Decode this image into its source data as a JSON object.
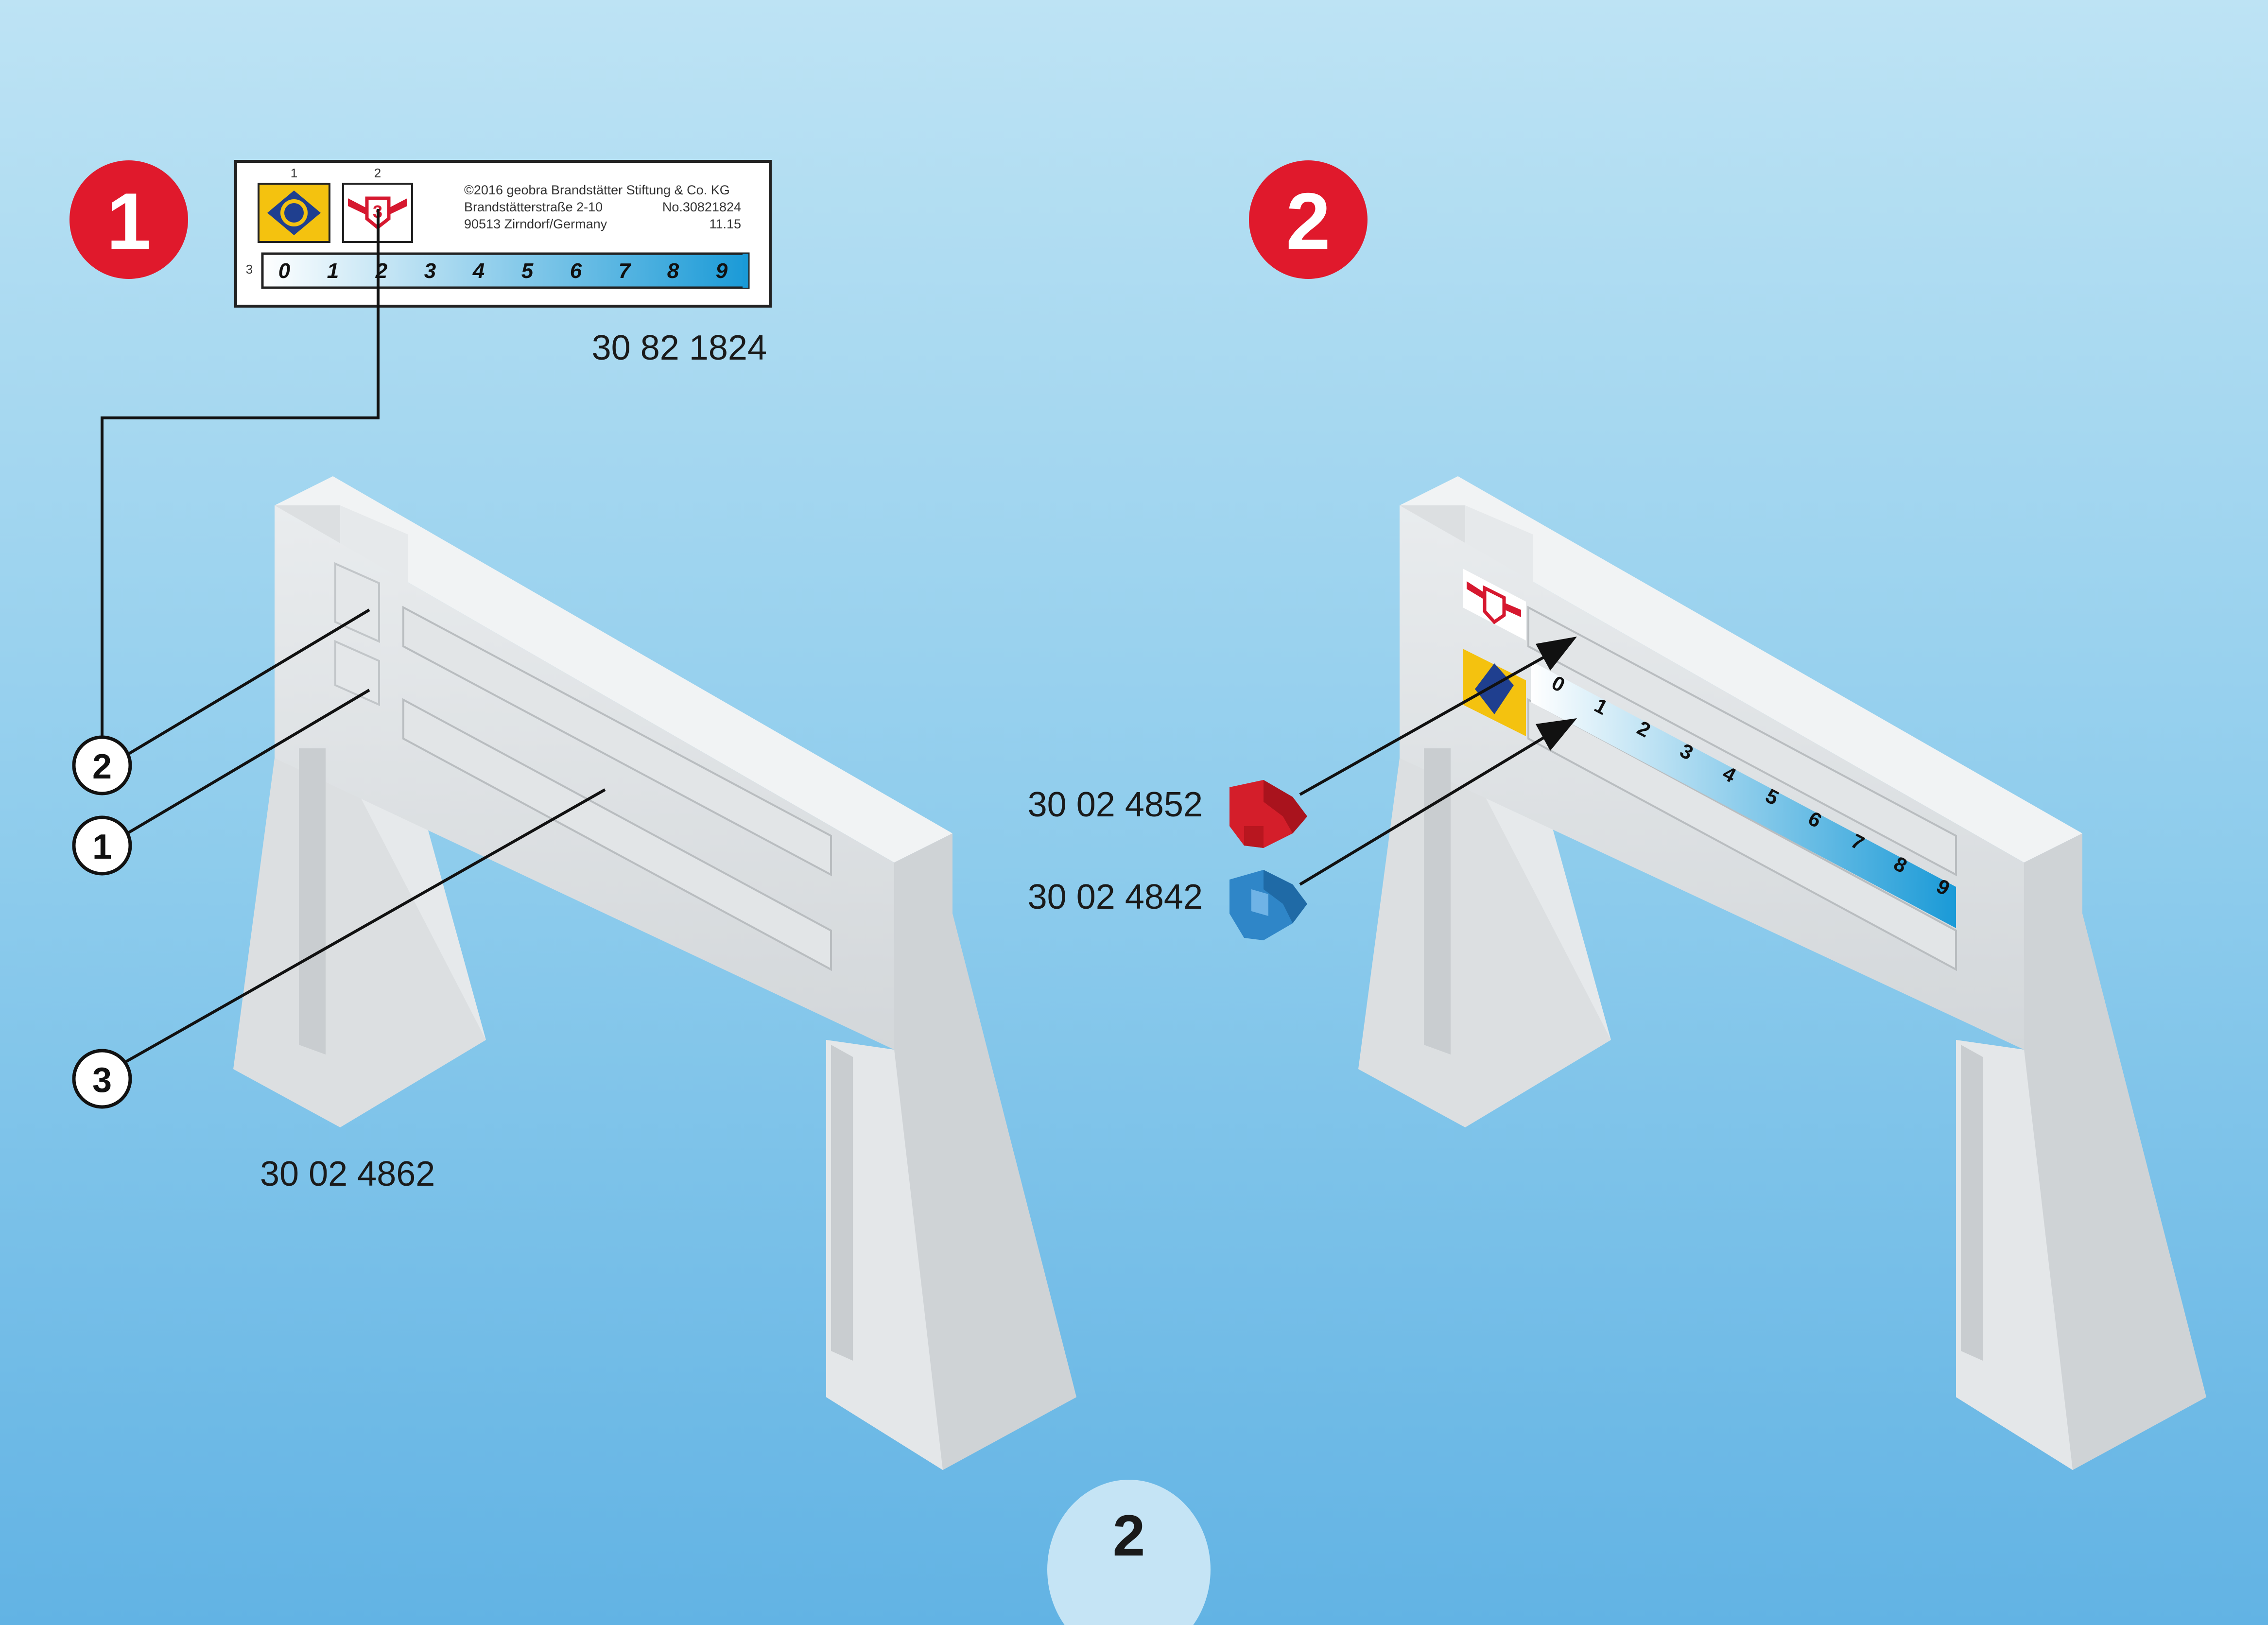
{
  "steps": {
    "step1": "1",
    "step2": "2"
  },
  "sticker_sheet": {
    "slot_labels": [
      "1",
      "2",
      "3"
    ],
    "copyright_line": "©2016 geobra Brandstätter Stiftung & Co. KG",
    "address_line": "Brandstätterstraße 2-10",
    "city_line": "90513 Zirndorf/Germany",
    "number_line": "No.30821824",
    "date_line": "11.15",
    "scale_digits": [
      "0",
      "1",
      "2",
      "3",
      "4",
      "5",
      "6",
      "7",
      "8",
      "9"
    ],
    "part_number": "30 82 1824"
  },
  "callouts": [
    "2",
    "1",
    "3"
  ],
  "parts": {
    "gantry": "30 02 4862",
    "red_clip": "30 02 4852",
    "blue_clip": "30 02 4842"
  },
  "page_number": "2",
  "colors": {
    "step_badge": "#e0192c",
    "sticker_yellow": "#f4c20f",
    "sticker_red": "#d6182f",
    "scale_blue": "#1a9ad7",
    "clip_red": "#d41e2a",
    "clip_blue": "#2f86c8"
  }
}
